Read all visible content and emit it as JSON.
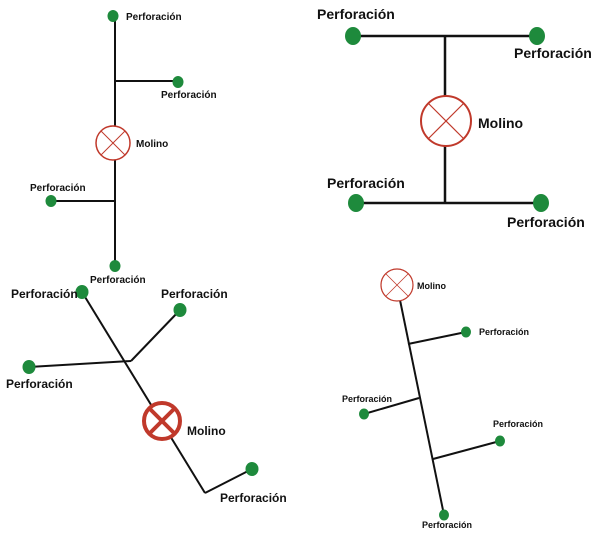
{
  "labels": {
    "well": "Perforación",
    "mill": "Molino"
  },
  "colors": {
    "well_fill": "#1e8a3c",
    "mill_stroke": "#c0392b",
    "line": "#111111"
  },
  "diagrams": [
    {
      "name": "vertical-main-line",
      "wells": 4,
      "mills": 1
    },
    {
      "name": "h-layout",
      "wells": 4,
      "mills": 1
    },
    {
      "name": "diagonal-branches",
      "wells": 4,
      "mills": 1
    },
    {
      "name": "sloped-main-line",
      "wells": 4,
      "mills": 1
    }
  ]
}
